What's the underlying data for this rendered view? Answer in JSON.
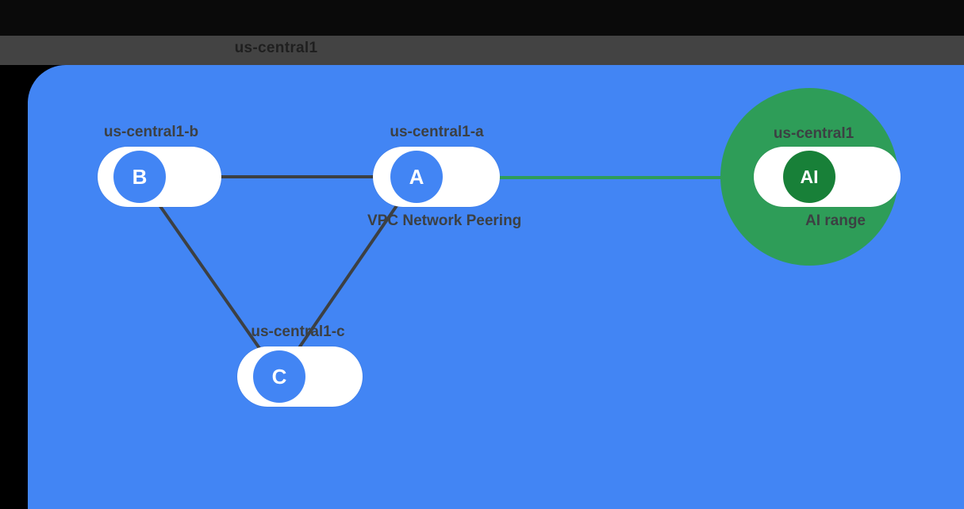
{
  "figure": {
    "title": "us-central1"
  },
  "colors": {
    "page_black": "#0a0a0a",
    "header_band": "#434343",
    "vpc_blue": "#4285f4",
    "google_green": "#2e9d58",
    "ai_circle_green": "#188038",
    "vm_circle_blue": "#4285f4",
    "node_white": "#ffffff",
    "dark_link": "#3c4043",
    "green_link": "#2e9d58",
    "label_text": "#3c4043"
  },
  "vpc_region": {
    "region_label": "us-central1",
    "nodes": [
      {
        "id": "B",
        "letter": "B",
        "zone_label": "us-central1-b"
      },
      {
        "id": "A",
        "letter": "A",
        "zone_label": "us-central1-a"
      },
      {
        "id": "C",
        "letter": "C",
        "zone_label": "us-central1-c"
      }
    ]
  },
  "google_region": {
    "node_letter": "AI",
    "region_label": "us-central1",
    "range_label": "AI range"
  },
  "connections": {
    "peering_label": "VPC Network Peering"
  }
}
